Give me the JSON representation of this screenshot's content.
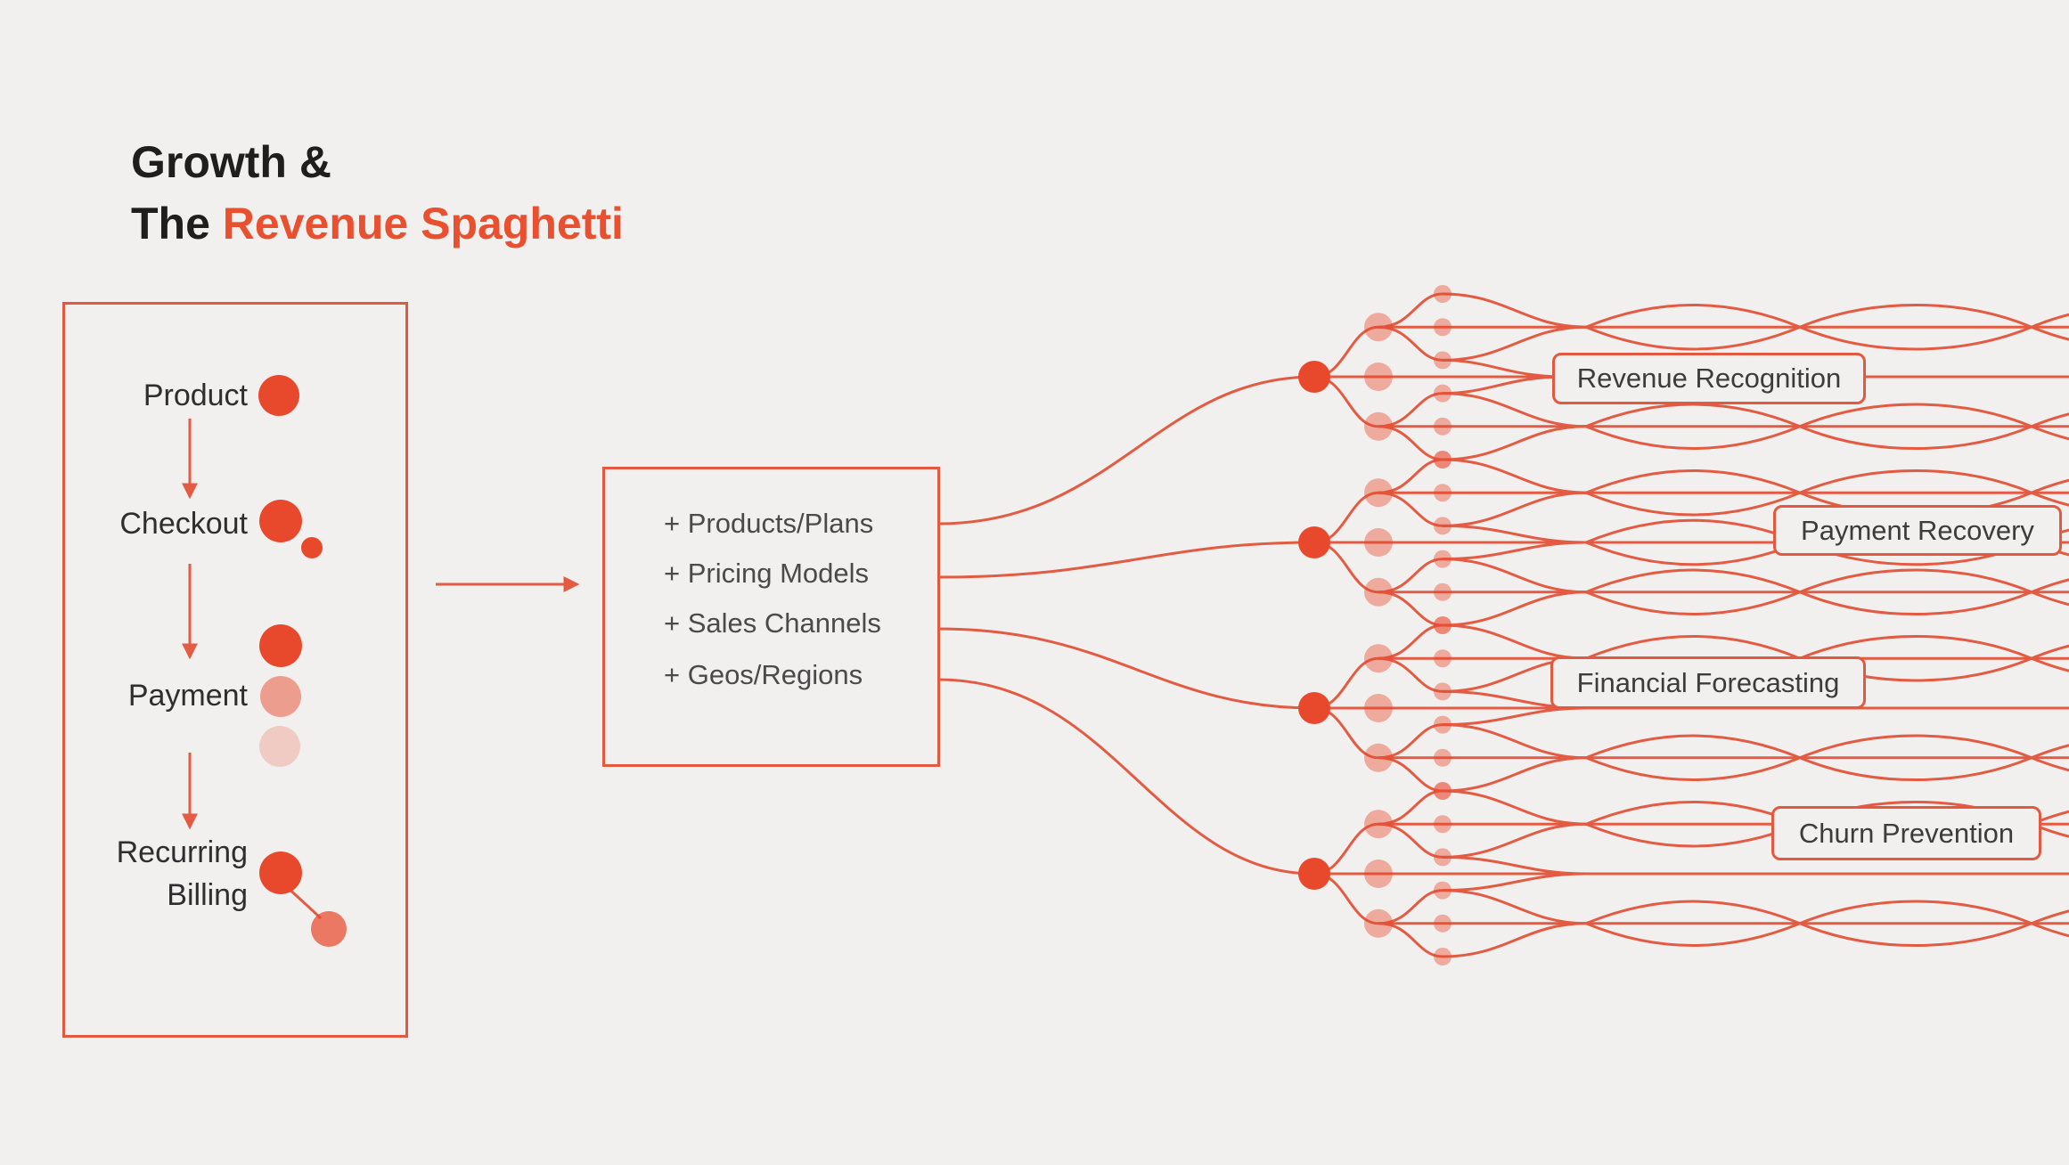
{
  "title": {
    "line1": "Growth &",
    "line2_prefix": "The ",
    "line2_accent": "Revenue Spaghetti"
  },
  "funnel_box": {
    "steps": [
      {
        "label": "Product"
      },
      {
        "label": "Checkout"
      },
      {
        "label": "Payment"
      },
      {
        "label": "Recurring Billing"
      }
    ]
  },
  "factors_box": {
    "items": [
      "+ Products/Plans",
      "+ Pricing Models",
      "+ Sales Channels",
      "+ Geos/Regions"
    ]
  },
  "outcome_labels": [
    {
      "label": "Revenue Recognition"
    },
    {
      "label": "Payment Recovery"
    },
    {
      "label": "Financial Forecasting"
    },
    {
      "label": "Churn Prevention"
    }
  ],
  "colors": {
    "background": "#F1F0EE",
    "accent": "#E8502F",
    "node_solid": "#E8492D",
    "line": "#E25B42",
    "title_text": "#1E1E1E",
    "funnel_text": "#2E2E2E",
    "factor_text": "#4A4A4A",
    "outcome_text": "#3C3C3C"
  }
}
